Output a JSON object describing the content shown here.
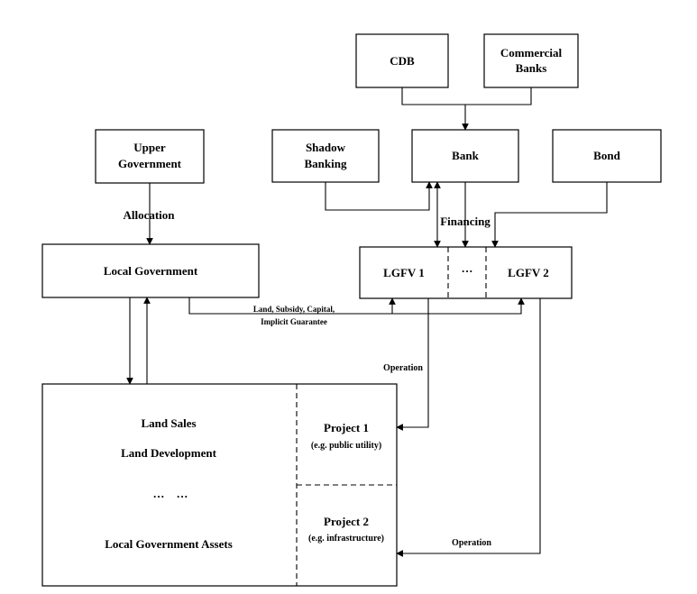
{
  "boxes": {
    "cdb": "CDB",
    "commercial_banks": [
      "Commercial",
      "Banks"
    ],
    "shadow_banking": [
      "Shadow",
      "Banking"
    ],
    "bank": "Bank",
    "bond": "Bond",
    "upper_government": [
      "Upper",
      "Government"
    ],
    "local_government": "Local Government",
    "lgfv1": "LGFV 1",
    "lgfv_ellipsis": "···",
    "lgfv2": "LGFV 2"
  },
  "assets": {
    "land_sales": "Land Sales",
    "land_development": "Land Development",
    "ellipsis": "···    ···",
    "local_government_assets": "Local Government Assets",
    "project1": "Project 1",
    "project1_note": "(e.g. public utility)",
    "project2": "Project 2",
    "project2_note": "(e.g. infrastructure)"
  },
  "edges": {
    "allocation": "Allocation",
    "financing": "Financing",
    "support": [
      "Land, Subsidy, Capital,",
      "Implicit Guarantee"
    ],
    "operation1": "Operation",
    "operation2": "Operation"
  }
}
